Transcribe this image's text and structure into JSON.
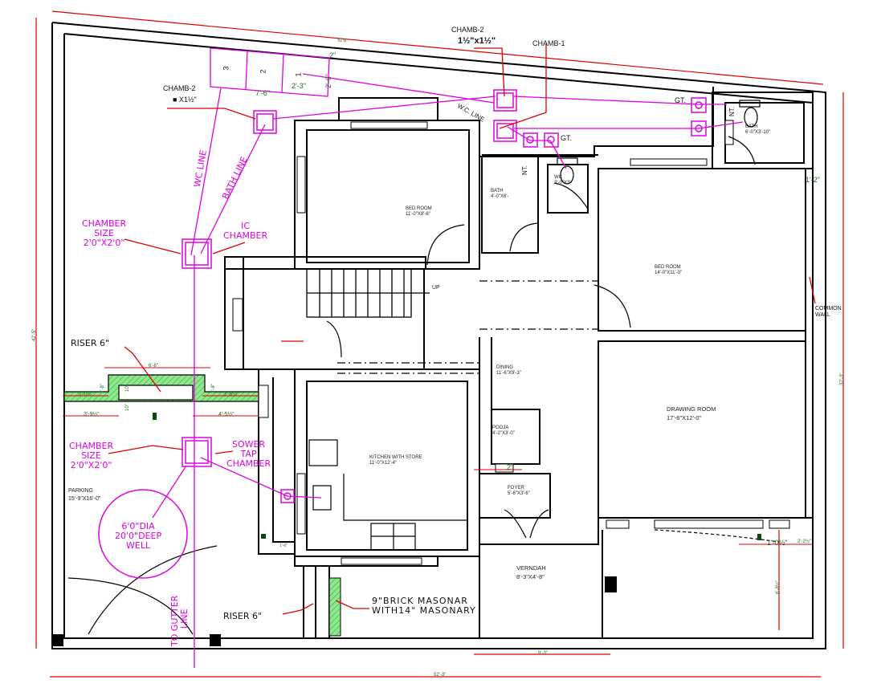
{
  "drawing": {
    "type": "floor plan with drainage layout",
    "colors": {
      "wall": "#000000",
      "drainage": "#e000e0",
      "dimension": "#e00000",
      "dimension_text": "#1a6b1a",
      "hatch": "#7de07d"
    },
    "overall_dims": {
      "top": "52'6\"",
      "bottom": "52'-3\"",
      "left": "42'-5\"",
      "right": "37'-3\"",
      "inner_bottom": "9'-3\""
    }
  },
  "rooms": [
    {
      "name": "BED ROOM",
      "size": "11'-0\"X8'-6\""
    },
    {
      "name": "BATH",
      "size": "4'-0\"X6'-"
    },
    {
      "name": "WC",
      "size": "3'-0\"X3'-"
    },
    {
      "name": "BATH",
      "size": "6'-0\"X3'-10\""
    },
    {
      "name": "BED ROOM",
      "size": "14'-0\"X11'-0\""
    },
    {
      "name": "DINING",
      "size": "11'-6\"X9'-3\""
    },
    {
      "name": "POOJA",
      "size": "4'-2\"X3'-0\""
    },
    {
      "name": "KITCHEN WITH STORE",
      "size": "11'-0\"X12'-4\""
    },
    {
      "name": "DRAWING ROOM",
      "size": "17'-6\"X12'-0\""
    },
    {
      "name": "FOYER",
      "size": "5'-6\"X3'-6\""
    },
    {
      "name": "VERNDAH",
      "size": "8'-3\"X4'-8\""
    },
    {
      "name": "PARKING",
      "size": "15'-9\"X16'-0\""
    }
  ],
  "annotations": {
    "chamb2_top": {
      "title": "CHAMB-2",
      "size": "1½\"x1½\""
    },
    "chamb1": "CHAMB-1",
    "chamb2_left": {
      "title": "CHAMB-2",
      "size": "■ X1½\""
    },
    "wc_line_top": "W.C. LINE",
    "wc_line": "WC LINE",
    "bath_line": "BATH LINE",
    "gt1": "GT.",
    "gt2": "GT.",
    "nt1": "NT.",
    "nt2": "NT.",
    "chamber_size_1": [
      "CHAMBER",
      "SIZE",
      "2'0\"X2'0\""
    ],
    "ic_chamber": [
      "IC",
      "CHAMBER"
    ],
    "riser_left": "RISER 6\"",
    "chamber_size_2": [
      "CHAMBER",
      "SIZE",
      "2'0\"X2'0\""
    ],
    "sower_tap": [
      "SOWER",
      "TAP",
      "CHAMBER"
    ],
    "well": [
      "6'0\"DIA",
      "20'0\"DEEP",
      "WELL"
    ],
    "gutter": [
      "TO GUTTER",
      "LINE"
    ],
    "riser_bottom": "RISER 6\"",
    "masonry": [
      "9\"BRICK MASONAR",
      "WITH14\" MASONARY"
    ],
    "common_wall": [
      "COMMON",
      "WALL"
    ],
    "up": "UP",
    "pits": [
      "3",
      "2",
      "1"
    ]
  },
  "dimensions": {
    "pit_total": "7'-6\"",
    "pit_width": "2'-3\"",
    "pit_depth": "2'-6\"",
    "pit_wall": "2\"",
    "riser_top": "6'-6\"",
    "riser_left_a": "3'-0½\"",
    "riser_left_b": "3'-9½\"",
    "riser_right_a": "3'-6½\"",
    "riser_right_b": "4'-5½\"",
    "riser_h1": "1'-8\"",
    "riser_h2": "1'-8\"",
    "riser_in1": "10\"",
    "riser_in2": "10\"",
    "right_gap": "1'-2\"",
    "pooja_door": "2'",
    "corner_a": "1'-0½\"",
    "corner_b": "2'-2½\"",
    "corner_c": "6'-8½\"",
    "kitchen_small": "1'-6\""
  }
}
